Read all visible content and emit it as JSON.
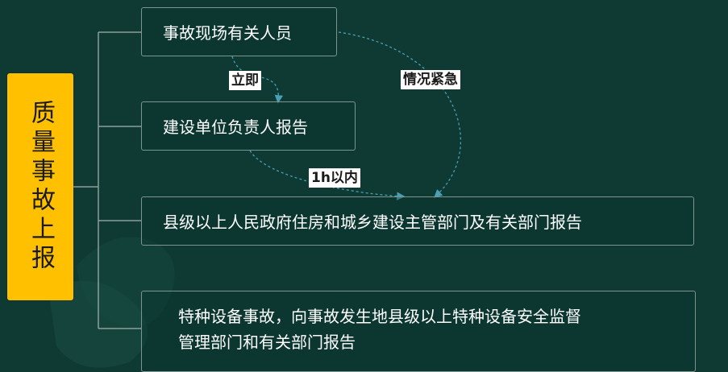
{
  "title": "质量事故上报",
  "nodes": [
    {
      "text": "事故现场有关人员"
    },
    {
      "text": "建设单位负责人报告"
    },
    {
      "text": "县级以上人民政府住房和城乡建设主管部门及有关部门报告"
    },
    {
      "lines": [
        "特种设备事故，向事故发生地县级以上特种设备安全监督",
        "管理部门和有关部门报告"
      ]
    }
  ],
  "edge_labels": {
    "immediately": "立即",
    "urgent": "情况紧急",
    "within_1h": "1h以内"
  },
  "colors": {
    "background": "#0e3a33",
    "title_fill": "#ffc000",
    "node_border": "#7e948f",
    "dashed_arrow": "#4a9fb5"
  }
}
